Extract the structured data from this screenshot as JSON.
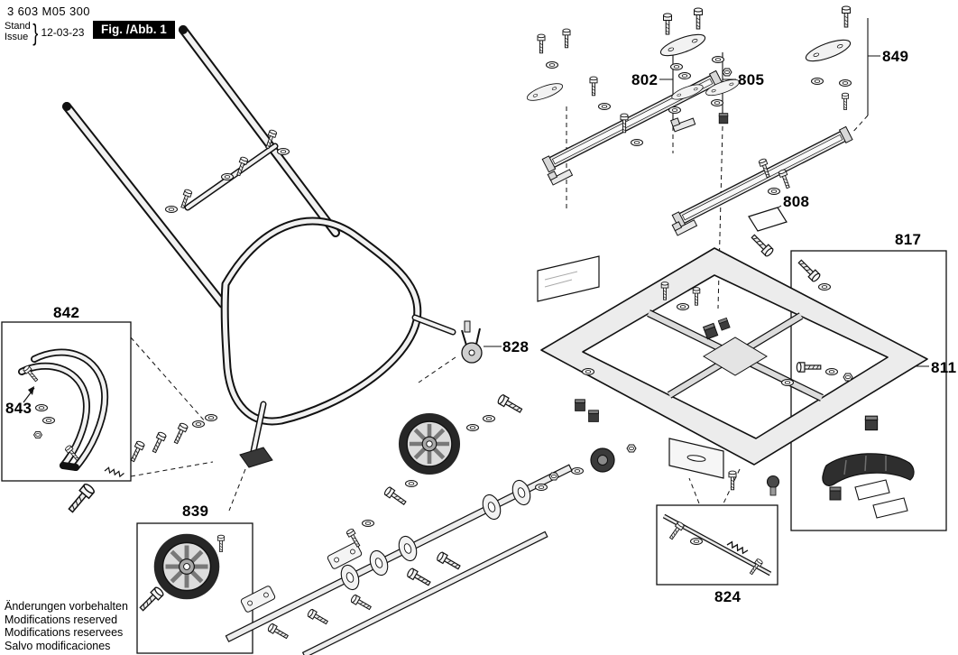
{
  "document": {
    "part_number": "3 603 M05 300",
    "stand_label": "Stand",
    "issue_label": "Issue",
    "brace": "}",
    "date": "12-03-23",
    "figure_label": "Fig. /Abb. 1"
  },
  "callouts": [
    {
      "id": "802"
    },
    {
      "id": "805"
    },
    {
      "id": "849"
    },
    {
      "id": "808"
    },
    {
      "id": "817"
    },
    {
      "id": "811"
    },
    {
      "id": "828"
    },
    {
      "id": "842"
    },
    {
      "id": "843"
    },
    {
      "id": "839"
    },
    {
      "id": "824"
    }
  ],
  "footer": {
    "lines": [
      "Änderungen vorbehalten",
      "Modifications reserved",
      "Modifications reservees",
      "Salvo modificaciones"
    ]
  },
  "colors": {
    "ink": "#111111",
    "background": "#ffffff"
  }
}
